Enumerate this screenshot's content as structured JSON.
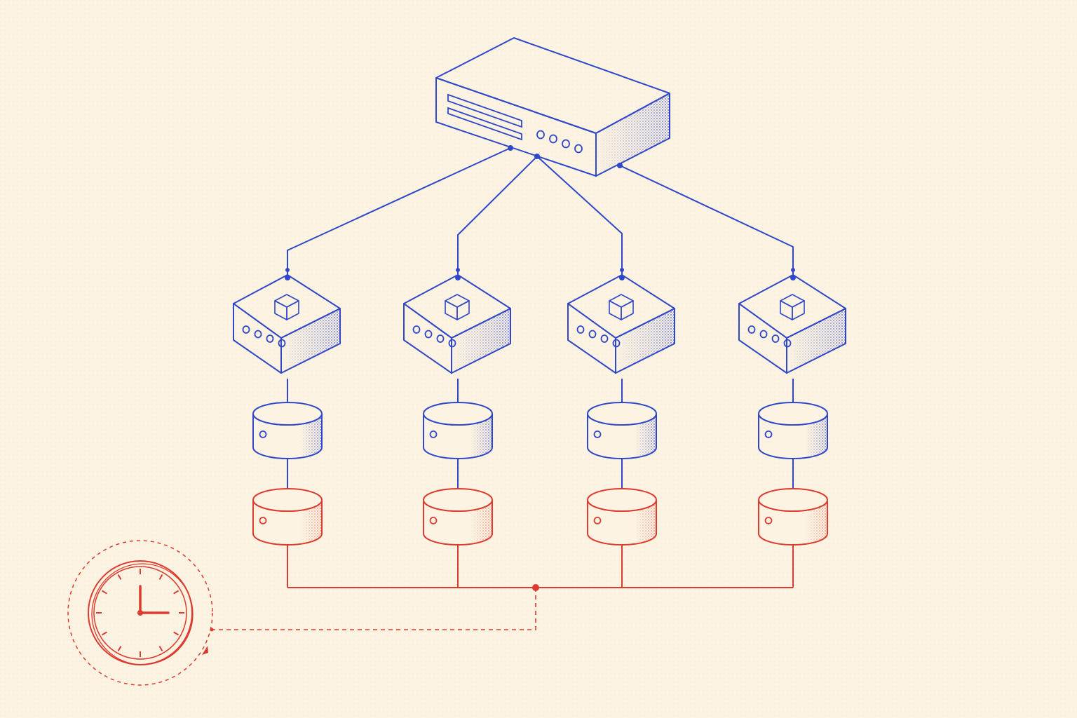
{
  "colors": {
    "background": "#fcf3e2",
    "primary_stroke": "#2f47c8",
    "secondary_stroke": "#dc3b2f"
  },
  "nodes": {
    "root": {
      "kind": "server",
      "icon": "server-rack-icon",
      "indicator_lights": 4
    },
    "workers": [
      {
        "kind": "compute-node",
        "icon": "cube-icon",
        "indicator_lights": 4
      },
      {
        "kind": "compute-node",
        "icon": "cube-icon",
        "indicator_lights": 4
      },
      {
        "kind": "compute-node",
        "icon": "cube-icon",
        "indicator_lights": 4
      },
      {
        "kind": "compute-node",
        "icon": "cube-icon",
        "indicator_lights": 4
      }
    ],
    "primary_storage": {
      "icon": "database-icon",
      "count": 4
    },
    "backup_storage": {
      "icon": "database-icon",
      "count": 4
    },
    "scheduler": {
      "icon": "clock-icon",
      "hands_time": "3:00"
    }
  }
}
